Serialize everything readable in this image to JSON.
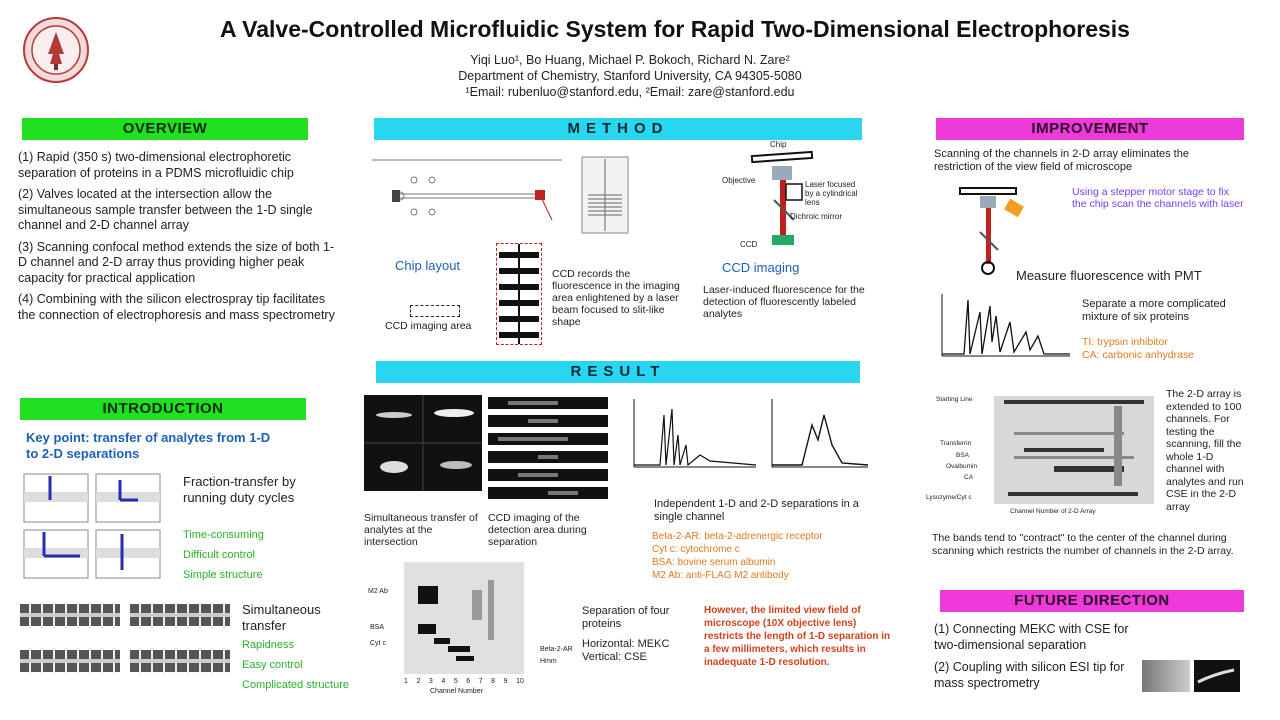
{
  "header": {
    "title": "A Valve-Controlled Microfluidic System for Rapid Two-Dimensional Electrophoresis",
    "authors": "Yiqi Luo¹, Bo Huang, Michael P. Bokoch, Richard N. Zare²",
    "affiliation": "Department of Chemistry, Stanford University, CA 94305-5080",
    "emails": "¹Email: rubenluo@stanford.edu, ²Email: zare@stanford.edu"
  },
  "overview": {
    "heading": "OVERVIEW",
    "items": [
      "(1) Rapid (350 s) two-dimensional electrophoretic separation of proteins in a PDMS microfluidic chip",
      "(2) Valves located at the intersection allow the simultaneous sample transfer between the 1-D single channel and 2-D channel array",
      "(3) Scanning confocal method extends the size of both 1-D channel and 2-D array thus providing higher peak capacity for practical application",
      "(4) Combining with the silicon electrospray tip facilitates the connection of electrophoresis and mass spectrometry"
    ]
  },
  "introduction": {
    "heading": "INTRODUCTION",
    "key_point": "Key point: transfer of analytes from 1-D to 2-D separations",
    "fraction_title": "Fraction-transfer by running duty cycles",
    "fraction_points": [
      "Time-consuming",
      "Difficult control",
      "Simple structure"
    ],
    "simul_title": "Simultaneous transfer",
    "simul_points": [
      "Rapidness",
      "Easy control",
      "Complicated structure"
    ]
  },
  "method": {
    "heading": "METHOD",
    "chip_layout_label": "Chip layout",
    "ccd_area_label": "CCD imaging area",
    "ccd_records": "CCD records the fluorescence in the imaging area enlightened by a laser beam focused to slit-like shape",
    "ccd_imaging_label": "CCD imaging",
    "lif_caption": "Laser-induced fluorescence for the detection of fluorescently labeled analytes",
    "chip_tag": "Chip",
    "objective_tag": "Objective",
    "laser_tag": "Laser focused by a cylindrical lens",
    "dichroic_tag": "Dichroic mirror",
    "ccd_tag": "CCD"
  },
  "result": {
    "heading": "RESULT",
    "simul_caption": "Simultaneous transfer of analytes at the intersection",
    "ccd_caption": "CCD imaging of the detection area during separation",
    "independent_caption": "Independent 1-D and 2-D separations in a single channel",
    "legend": [
      "Beta-2-AR: beta-2-adrenergic receptor",
      "Cyt c: cytochrome c",
      "BSA: bovine serum albumin",
      "M2 Ab: anti-FLAG M2 antibody"
    ],
    "separation_caption": "Separation of four proteins",
    "axes_caption": "Horizontal: MEKC\nVertical: CSE",
    "limitation": "However, the limited view field of microscope (10X objective lens) restricts the length of 1-D separation in a few millimeters, which results in inadequate 1-D resolution.",
    "gel_labels": [
      "M2 Ab",
      "BSA",
      "Cyt c",
      "Beta-2-AR",
      "Hmm"
    ],
    "gel_xlabel": "Channel Number",
    "gel_xticks": [
      "1",
      "2",
      "3",
      "4",
      "5",
      "6",
      "7",
      "8",
      "9",
      "10"
    ]
  },
  "improvement": {
    "heading": "IMPROVEMENT",
    "intro": "Scanning of the channels in 2-D array eliminates the restriction of the view field of microscope",
    "stepper": "Using a stepper motor stage to fix the chip scan the channels with laser",
    "pmt": "Measure fluorescence with PMT",
    "separate": "Separate a more complicated mixture of six proteins",
    "ti": "TI: trypsin inhibitor",
    "ca": "CA: carbonic anhydrase",
    "array_text": "The 2-D array is extended to 100 channels. For testing the scanning, fill the whole 1-D channel with analytes and run CSE in the 2-D array",
    "bands_text": "The bands tend to \"contract\" to the center of the channel during scanning which restricts the number of channels in the 2-D array.",
    "gel_labels": [
      "Starting Line",
      "Transferrin",
      "BSA",
      "Ovalbumin",
      "CA",
      "Lysozyme/Cyt c"
    ],
    "gel_xlabel": "Channel Number of 2-D Array"
  },
  "future": {
    "heading": "FUTURE DIRECTION",
    "items": [
      "(1) Connecting MEKC with CSE for two-dimensional separation",
      "(2) Coupling with silicon ESI tip for mass spectrometry"
    ]
  },
  "colors": {
    "green_header": "#21e021",
    "cyan_header": "#28d6f0",
    "magenta_header": "#ee3ad8",
    "blue_text": "#1c60b8",
    "orange_text": "#e07a1e",
    "purple_text": "#7b3cf0",
    "red_text": "#d0421c"
  }
}
